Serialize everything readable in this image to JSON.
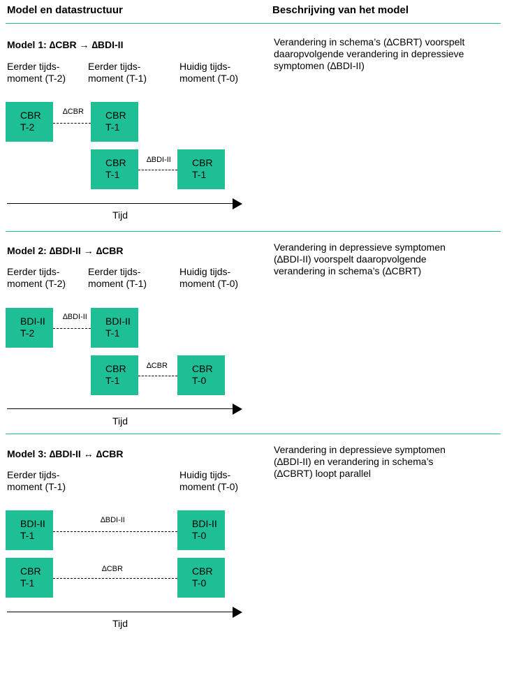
{
  "header": {
    "left": "Model en datastructuur",
    "right": "Beschrijving van het model"
  },
  "colors": {
    "box": "#1fbf95",
    "rule": "#1fbf95"
  },
  "models": [
    {
      "title": "Model 1: ∆CBR → ∆BDI-II",
      "columns": [
        [
          "Eerder tijds-",
          "moment (T-2)"
        ],
        [
          "Eerder tijds-",
          "moment (T-1)"
        ],
        [
          "Huidig tijds-",
          "moment (T-0)"
        ]
      ],
      "row1": {
        "left": [
          "CBR",
          "T-2"
        ],
        "label": "∆CBR",
        "right": [
          "CBR",
          "T-1"
        ]
      },
      "row2": {
        "left": [
          "CBR",
          "T-1"
        ],
        "label": "∆BDI-II",
        "right": [
          "CBR",
          "T-1"
        ]
      },
      "axis_label": "Tijd",
      "description": [
        "Verandering in schema’s (∆CBRT) voorspelt",
        "daaropvolgende verandering in depressieve",
        "symptomen (∆BDI-II)"
      ]
    },
    {
      "title": "Model 2: ∆BDI-II → ∆CBR",
      "columns": [
        [
          "Eerder tijds-",
          "moment (T-2)"
        ],
        [
          "Eerder tijds-",
          "moment (T-1)"
        ],
        [
          "Huidig tijds-",
          "moment (T-0)"
        ]
      ],
      "row1": {
        "left": [
          "BDI-II",
          "T-2"
        ],
        "label": "∆BDI-II",
        "right": [
          "BDI-II",
          "T-1"
        ]
      },
      "row2": {
        "left": [
          "CBR",
          "T-1"
        ],
        "label": "∆CBR",
        "right": [
          "CBR",
          "T-0"
        ]
      },
      "axis_label": "Tijd",
      "description": [
        "Verandering in depressieve symptomen",
        "(∆BDI-II) voorspelt daaropvolgende",
        "verandering in schema’s (∆CBRT)"
      ]
    },
    {
      "title": "Model 3: ∆BDI-II ↔ ∆CBR",
      "columns": [
        [
          "Eerder tijds-",
          "moment (T-1)"
        ],
        [
          "Huidig tijds-",
          "moment (T-0)"
        ]
      ],
      "row1": {
        "left": [
          "BDI-II",
          "T-1"
        ],
        "label": "∆BDI-II",
        "right": [
          "BDI-II",
          "T-0"
        ]
      },
      "row2": {
        "left": [
          "CBR",
          "T-1"
        ],
        "label": "∆CBR",
        "right": [
          "CBR",
          "T-0"
        ]
      },
      "axis_label": "Tijd",
      "description": [
        "Verandering in depressieve symptomen",
        "(∆BDI-II) en verandering in schema’s",
        "(∆CBRT) loopt parallel"
      ]
    }
  ]
}
